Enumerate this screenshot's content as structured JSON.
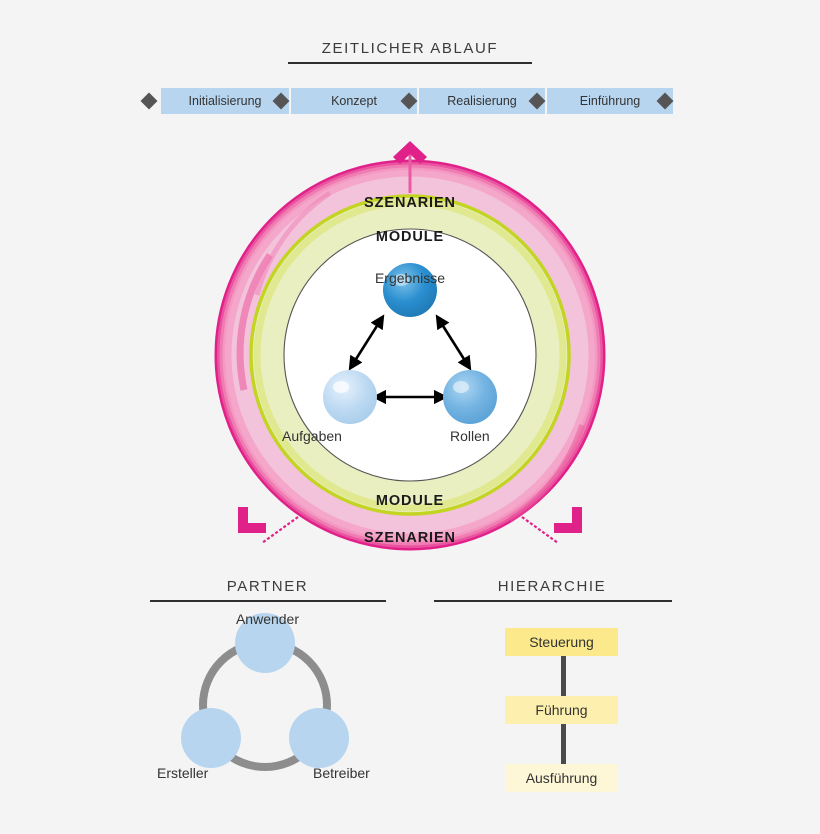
{
  "timeline": {
    "title": "ZEITLICHER ABLAUF",
    "stages": [
      {
        "label": "Initialisierung"
      },
      {
        "label": "Konzept"
      },
      {
        "label": "Realisierung"
      },
      {
        "label": "Einführung"
      }
    ],
    "bar_color": "#b8d5ef",
    "separator_color": "#555555"
  },
  "ring": {
    "outer_label_top": "SZENARIEN",
    "inner_label_top": "MODULE",
    "inner_label_bottom": "MODULE",
    "outer_label_bottom": "SZENARIEN",
    "nodes": [
      {
        "label": "Ergebnisse"
      },
      {
        "label": "Aufgaben"
      },
      {
        "label": "Rollen"
      }
    ],
    "outer_ring_color": "#e0218a",
    "outer_ring_fill": "#f2c3da",
    "inner_ring_color": "#c3d423",
    "inner_ring_fill": "#eaefc2",
    "accent_marker_color": "#e0218a",
    "sphere_colors": [
      "#2b8fd0",
      "#bcd9f2",
      "#74b4e2"
    ]
  },
  "partner": {
    "title": "PARTNER",
    "nodes": [
      {
        "label": "Anwender"
      },
      {
        "label": "Ersteller"
      },
      {
        "label": "Betreiber"
      }
    ],
    "ring_color": "#8d8d8d",
    "node_color": "#b8d5ef"
  },
  "hierarchie": {
    "title": "HIERARCHIE",
    "levels": [
      {
        "label": "Steuerung",
        "color": "#fbe98c"
      },
      {
        "label": "Führung",
        "color": "#fdf0ae"
      },
      {
        "label": "Ausführung",
        "color": "#fdf6d7"
      }
    ],
    "connector_color": "#4a4a4a"
  }
}
